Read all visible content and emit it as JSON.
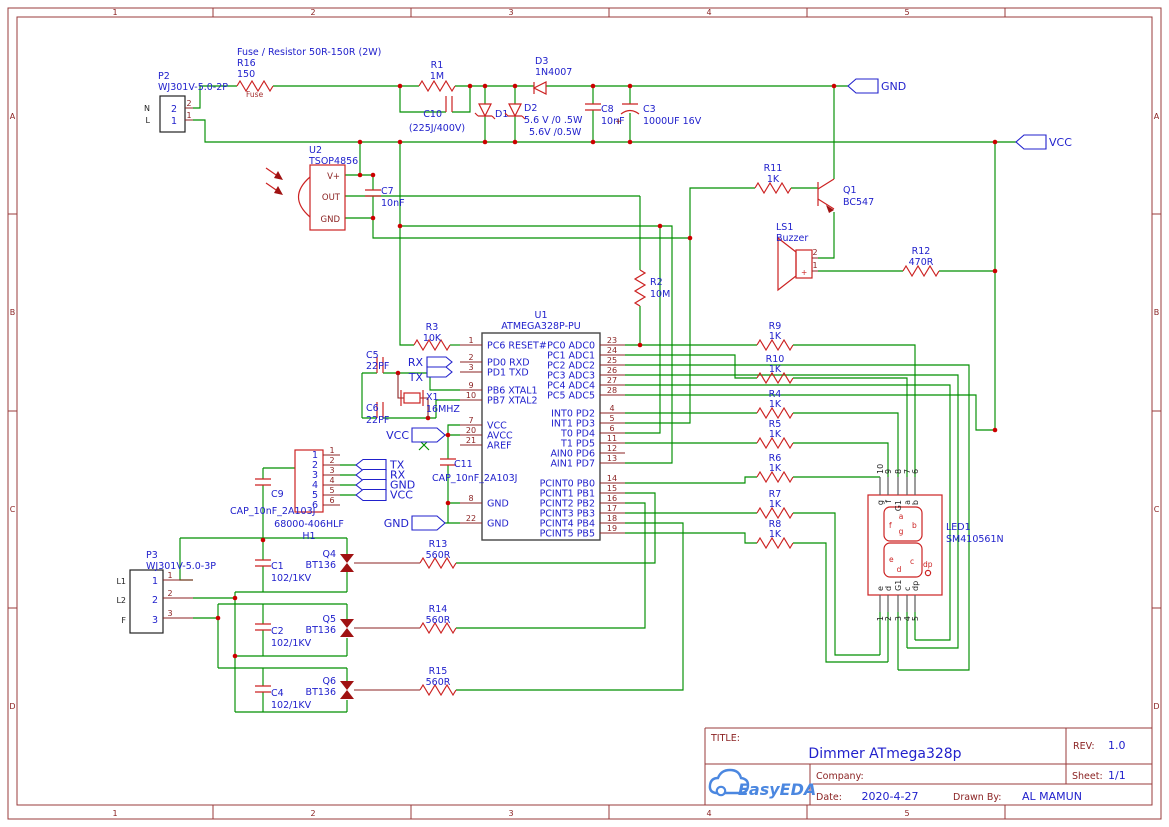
{
  "frame": {
    "columns": [
      "1",
      "2",
      "3",
      "4",
      "5"
    ],
    "rows": [
      "A",
      "B",
      "C",
      "D"
    ]
  },
  "title_block": {
    "title_label": "TITLE:",
    "title": "Dimmer ATmega328p",
    "rev_label": "REV:",
    "rev": "1.0",
    "company_label": "Company:",
    "sheet_label": "Sheet:",
    "sheet": "1/1",
    "date_label": "Date:",
    "date": "2020-4-27",
    "drawn_label": "Drawn By:",
    "drawn_by": "AL MAMUN",
    "logo": "EasyEDA"
  },
  "note": "Fuse / Resistor 50R-150R (2W)",
  "flags": {
    "gnd": "GND",
    "vcc": "VCC",
    "rx": "RX",
    "tx": "TX"
  },
  "p2": {
    "ref": "P2",
    "value": "WJ301V-5.0-2P",
    "names": [
      "N",
      "L"
    ],
    "nums": [
      "2",
      "1"
    ]
  },
  "r16": {
    "ref": "R16",
    "value": "150",
    "tag": "Fuse"
  },
  "r1": {
    "ref": "R1",
    "value": "1M"
  },
  "c10": {
    "ref": "C10",
    "value": "(225J/400V)"
  },
  "d1": {
    "ref": "D1"
  },
  "d2": {
    "ref": "D2",
    "v1": "5.6 V /0 .5W",
    "v2": "5.6V /0.5W"
  },
  "d3": {
    "ref": "D3",
    "value": "1N4007"
  },
  "c8": {
    "ref": "C8",
    "value": "10nF"
  },
  "c3": {
    "ref": "C3",
    "value": "1000UF 16V",
    "plus": "+"
  },
  "u2": {
    "ref": "U2",
    "value": "TSOP4856",
    "pins": [
      "V+",
      "OUT",
      "GND"
    ]
  },
  "c7": {
    "ref": "C7",
    "value": "10nF"
  },
  "r11": {
    "ref": "R11",
    "value": "1K"
  },
  "q1": {
    "ref": "Q1",
    "value": "BC547"
  },
  "ls1": {
    "ref": "LS1",
    "value": "Buzzer",
    "nums": [
      "2",
      "1"
    ],
    "plus": "+"
  },
  "r12": {
    "ref": "R12",
    "value": "470R"
  },
  "r2": {
    "ref": "R2",
    "value": "10M"
  },
  "r3": {
    "ref": "R3",
    "value": "10K"
  },
  "c5": {
    "ref": "C5",
    "value": "22PF"
  },
  "c6": {
    "ref": "C6",
    "value": "22PF"
  },
  "x1": {
    "ref": "X1",
    "value": "16MHZ"
  },
  "u1": {
    "ref": "U1",
    "value": "ATMEGA328P-PU",
    "left": [
      {
        "n": "1",
        "t": "PC6 RESET#"
      },
      {
        "n": "2",
        "t": "PD0 RXD"
      },
      {
        "n": "3",
        "t": "PD1 TXD"
      },
      {
        "n": "9",
        "t": "PB6 XTAL1"
      },
      {
        "n": "10",
        "t": "PB7 XTAL2"
      },
      {
        "n": "7",
        "t": "VCC"
      },
      {
        "n": "20",
        "t": "AVCC"
      },
      {
        "n": "21",
        "t": "AREF"
      },
      {
        "n": "8",
        "t": "GND"
      },
      {
        "n": "22",
        "t": "GND"
      }
    ],
    "right": [
      {
        "n": "23",
        "t": "PC0 ADC0"
      },
      {
        "n": "24",
        "t": "PC1 ADC1"
      },
      {
        "n": "25",
        "t": "PC2 ADC2"
      },
      {
        "n": "26",
        "t": "PC3 ADC3"
      },
      {
        "n": "27",
        "t": "PC4 ADC4"
      },
      {
        "n": "28",
        "t": "PC5 ADC5"
      },
      {
        "n": "4",
        "t": "INT0 PD2"
      },
      {
        "n": "5",
        "t": "INT1 PD3"
      },
      {
        "n": "6",
        "t": "T0 PD4"
      },
      {
        "n": "11",
        "t": "T1 PD5"
      },
      {
        "n": "12",
        "t": "AIN0 PD6"
      },
      {
        "n": "13",
        "t": "AIN1 PD7"
      },
      {
        "n": "14",
        "t": "PCINT0 PB0"
      },
      {
        "n": "15",
        "t": "PCINT1 PB1"
      },
      {
        "n": "16",
        "t": "PCINT2 PB2"
      },
      {
        "n": "17",
        "t": "PCINT3 PB3"
      },
      {
        "n": "18",
        "t": "PCINT4 PB4"
      },
      {
        "n": "19",
        "t": "PCINT5 PB5"
      }
    ]
  },
  "c11": {
    "ref": "C11",
    "value": "CAP_10nF_2A103J"
  },
  "h1": {
    "ref": "H1",
    "value": "68000-406HLF",
    "nums": [
      "1",
      "2",
      "3",
      "4",
      "5",
      "6"
    ],
    "flags": [
      "TX",
      "RX",
      "GND",
      "VCC"
    ]
  },
  "c9": {
    "ref": "C9",
    "value": "CAP_10nF_2A103J"
  },
  "p3": {
    "ref": "P3",
    "value": "WJ301V-5.0-3P",
    "names": [
      "L1",
      "L2",
      "F"
    ],
    "nums": [
      "1",
      "2",
      "3"
    ]
  },
  "snubbers": [
    {
      "ref": "C1",
      "value": "102/1KV"
    },
    {
      "ref": "C2",
      "value": "102/1KV"
    },
    {
      "ref": "C4",
      "value": "102/1KV"
    }
  ],
  "triacs": [
    {
      "ref": "Q4",
      "value": "BT136"
    },
    {
      "ref": "Q5",
      "value": "BT136"
    },
    {
      "ref": "Q6",
      "value": "BT136"
    }
  ],
  "gates": [
    {
      "ref": "R13",
      "value": "560R"
    },
    {
      "ref": "R14",
      "value": "560R"
    },
    {
      "ref": "R15",
      "value": "560R"
    }
  ],
  "bank": [
    {
      "ref": "R9",
      "value": "1K"
    },
    {
      "ref": "R10",
      "value": "1K"
    },
    {
      "ref": "R4",
      "value": "1K"
    },
    {
      "ref": "R5",
      "value": "1K"
    },
    {
      "ref": "R6",
      "value": "1K"
    },
    {
      "ref": "R7",
      "value": "1K"
    },
    {
      "ref": "R8",
      "value": "1K"
    }
  ],
  "led1": {
    "ref": "LED1",
    "value": "SM410561N",
    "top_nums": [
      "10",
      "9",
      "8",
      "7",
      "6"
    ],
    "top_names": [
      "g",
      "f",
      "G1",
      "a",
      "b"
    ],
    "bot_nums": [
      "1",
      "2",
      "3",
      "4",
      "5"
    ],
    "bot_names": [
      "e",
      "d",
      "G1",
      "c",
      "dp"
    ],
    "segs": [
      "a",
      "f",
      "g",
      "b",
      "e",
      "d",
      "c",
      "dp"
    ]
  }
}
